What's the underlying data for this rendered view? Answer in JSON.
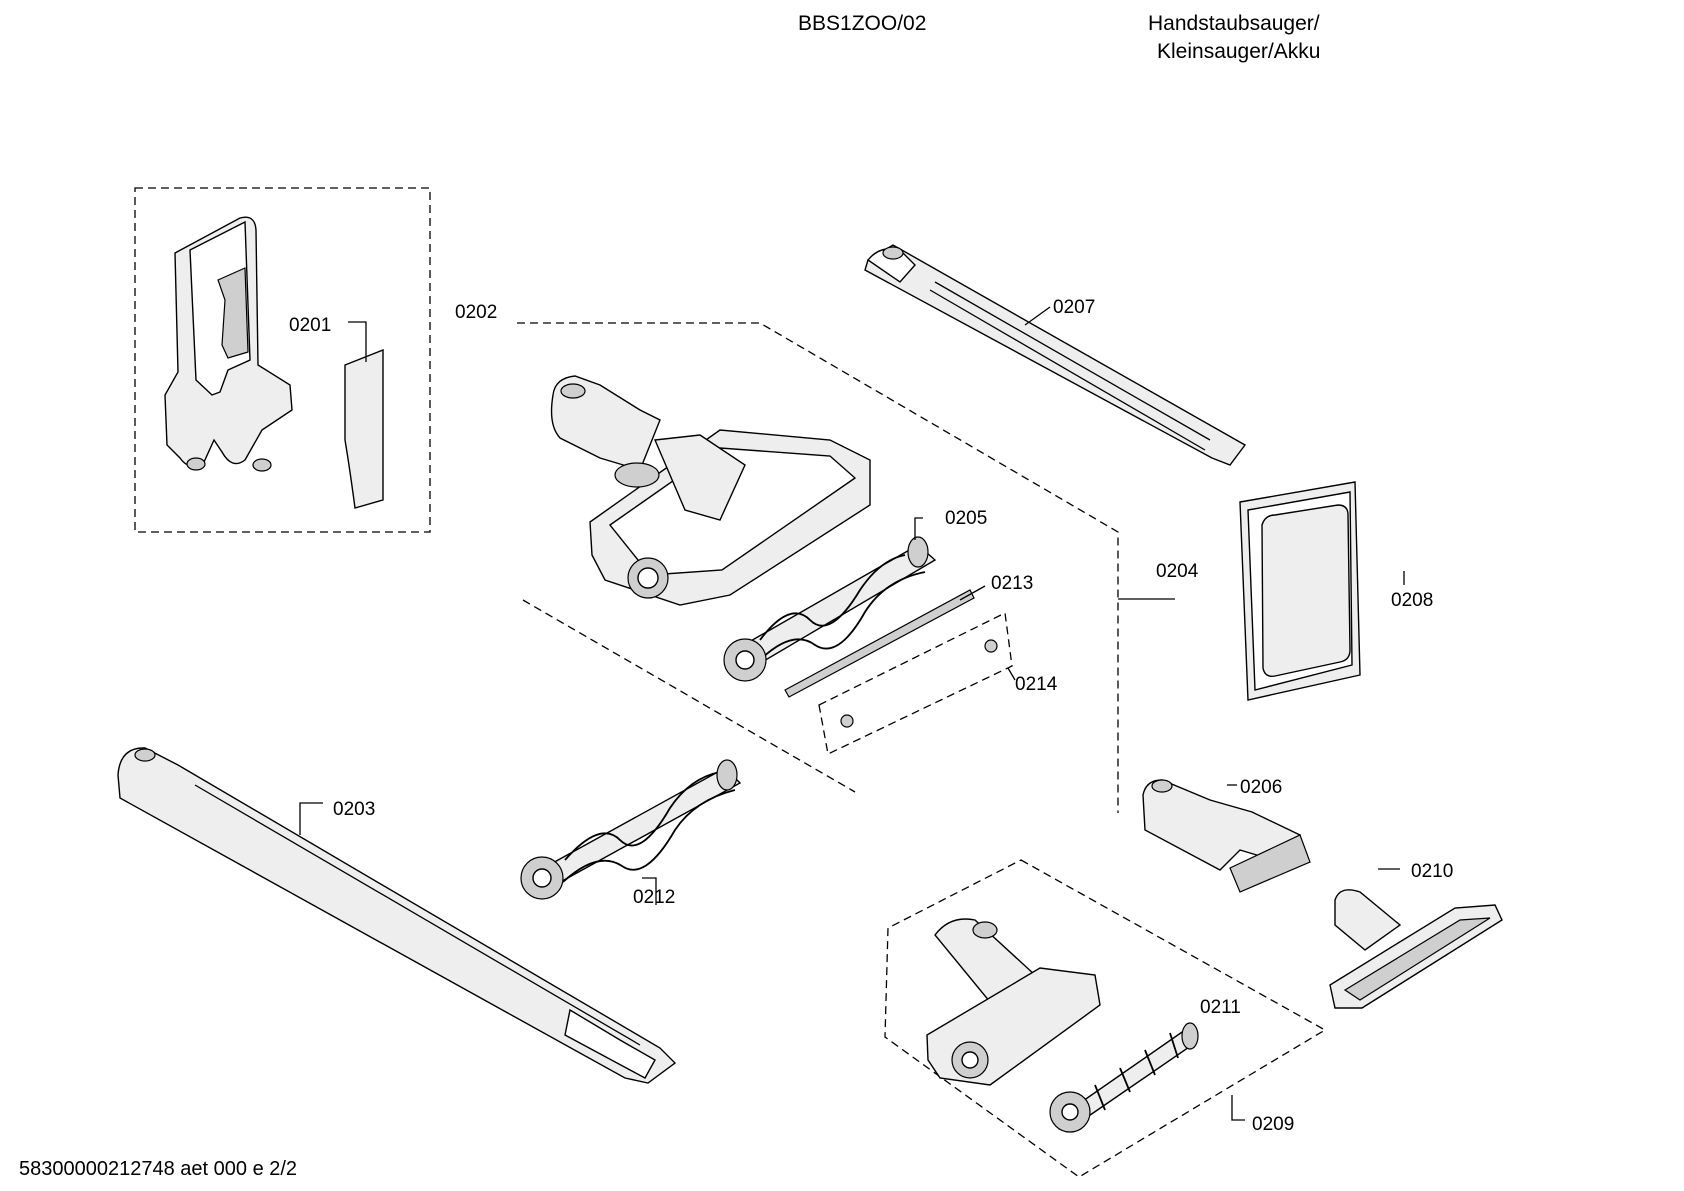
{
  "header": {
    "model": "BBS1ZOO/02",
    "category_line1": "Handstaubsauger/",
    "category_line2": "Kleinsauger/Akku"
  },
  "footer": {
    "document_id": "58300000212748 aet 000 e 2/2"
  },
  "parts": [
    {
      "id": "p0201",
      "label": "0201"
    },
    {
      "id": "p0202",
      "label": "0202"
    },
    {
      "id": "p0203",
      "label": "0203"
    },
    {
      "id": "p0204",
      "label": "0204"
    },
    {
      "id": "p0205",
      "label": "0205"
    },
    {
      "id": "p0206",
      "label": "0206"
    },
    {
      "id": "p0207",
      "label": "0207"
    },
    {
      "id": "p0208",
      "label": "0208"
    },
    {
      "id": "p0209",
      "label": "0209"
    },
    {
      "id": "p0210",
      "label": "0210"
    },
    {
      "id": "p0211",
      "label": "0211"
    },
    {
      "id": "p0212",
      "label": "0212"
    },
    {
      "id": "p0213",
      "label": "0213"
    },
    {
      "id": "p0214",
      "label": "0214"
    }
  ]
}
